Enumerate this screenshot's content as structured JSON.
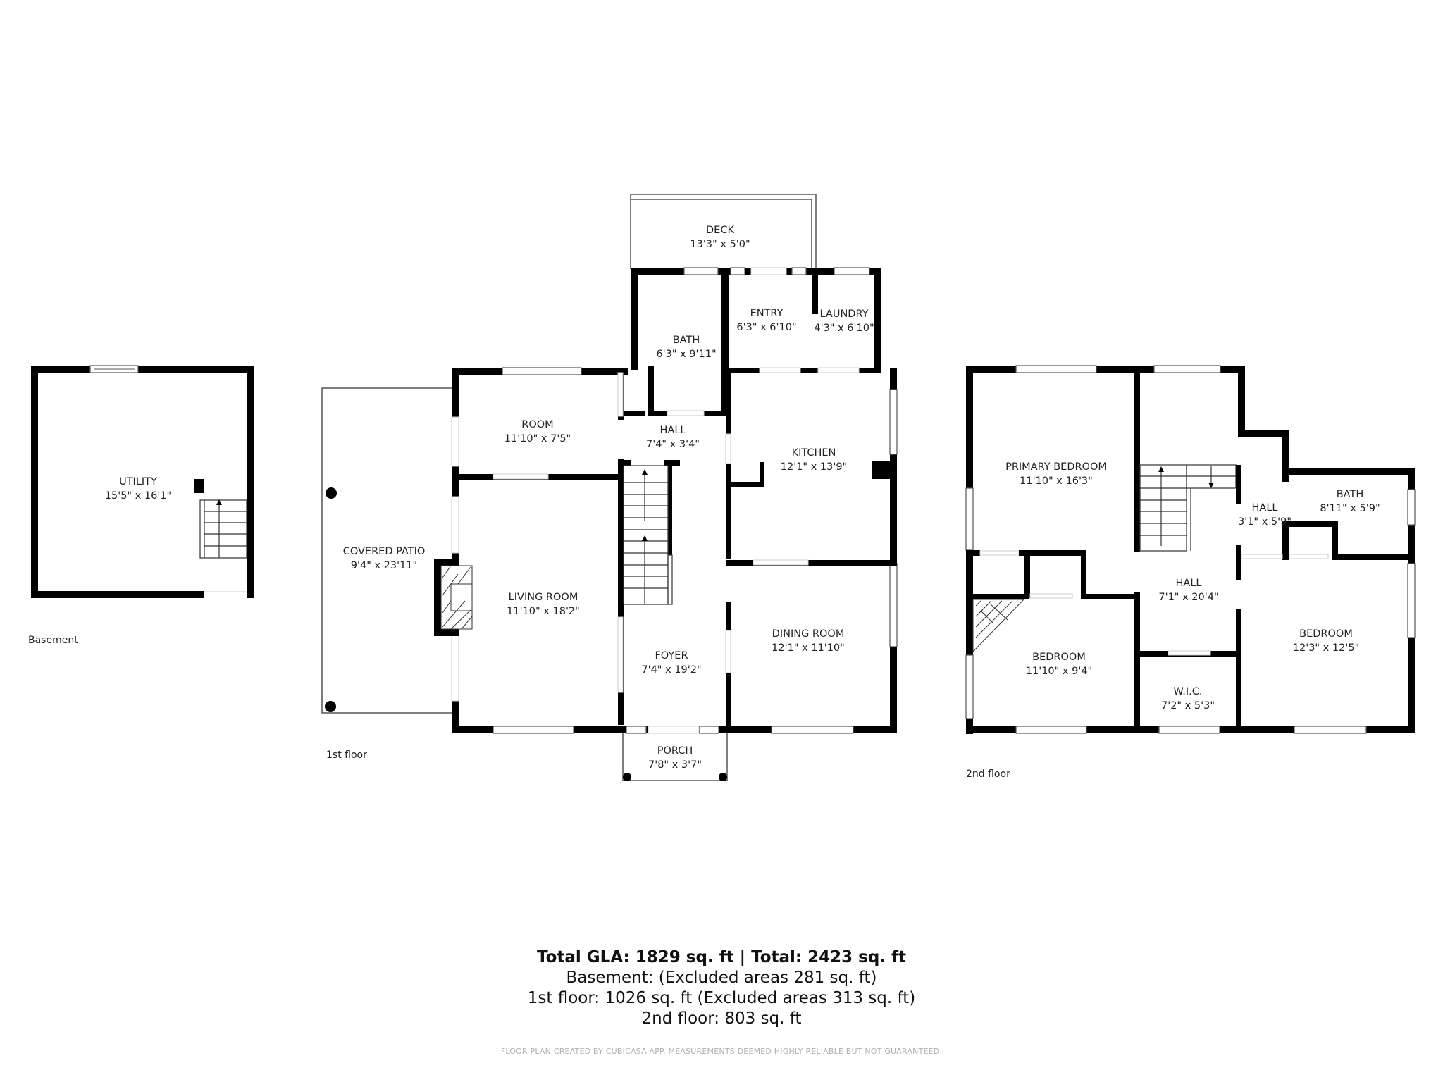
{
  "floors": {
    "basement": {
      "label": "Basement",
      "rooms": [
        {
          "name": "UTILITY",
          "dims": "15'5\" x 16'1\""
        }
      ]
    },
    "first": {
      "label": "1st floor",
      "rooms": [
        {
          "name": "DECK",
          "dims": "13'3\" x 5'0\""
        },
        {
          "name": "BATH",
          "dims": "6'3\" x 9'11\""
        },
        {
          "name": "ENTRY",
          "dims": "6'3\" x 6'10\""
        },
        {
          "name": "LAUNDRY",
          "dims": "4'3\" x 6'10\""
        },
        {
          "name": "ROOM",
          "dims": "11'10\" x 7'5\""
        },
        {
          "name": "HALL",
          "dims": "7'4\" x 3'4\""
        },
        {
          "name": "KITCHEN",
          "dims": "12'1\" x 13'9\""
        },
        {
          "name": "COVERED PATIO",
          "dims": "9'4\" x 23'11\""
        },
        {
          "name": "LIVING ROOM",
          "dims": "11'10\" x 18'2\""
        },
        {
          "name": "DINING ROOM",
          "dims": "12'1\" x 11'10\""
        },
        {
          "name": "FOYER",
          "dims": "7'4\" x 19'2\""
        },
        {
          "name": "PORCH",
          "dims": "7'8\" x 3'7\""
        }
      ]
    },
    "second": {
      "label": "2nd floor",
      "rooms": [
        {
          "name": "PRIMARY BEDROOM",
          "dims": "11'10\" x 16'3\""
        },
        {
          "name": "HALL",
          "dims": "3'1\" x 5'9\""
        },
        {
          "name": "BATH",
          "dims": "8'11\" x 5'9\""
        },
        {
          "name": "HALL",
          "dims": "7'1\" x 20'4\""
        },
        {
          "name": "BEDROOM",
          "dims": "11'10\" x 9'4\""
        },
        {
          "name": "W.I.C.",
          "dims": "7'2\" x 5'3\""
        },
        {
          "name": "BEDROOM",
          "dims": "12'3\" x 12'5\""
        }
      ]
    }
  },
  "summary": {
    "totals": "Total GLA: 1829 sq. ft | Total: 2423 sq. ft",
    "basement": "Basement: (Excluded areas 281 sq. ft)",
    "first": "1st floor: 1026 sq. ft (Excluded areas 313 sq. ft)",
    "second": "2nd floor: 803 sq. ft"
  },
  "disclaimer": "FLOOR PLAN CREATED BY CUBICASA APP. MEASUREMENTS DEEMED HIGHLY RELIABLE BUT NOT GUARANTEED."
}
